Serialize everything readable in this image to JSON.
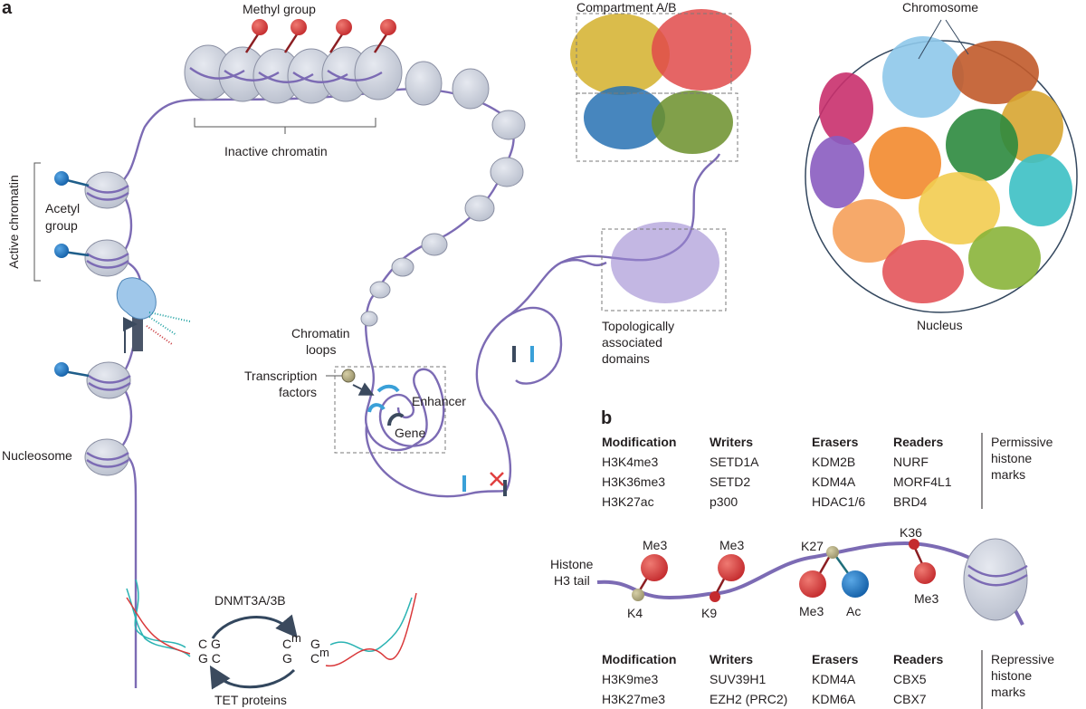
{
  "panels": {
    "a": "a",
    "b": "b"
  },
  "chromatin": {
    "methyl_group": "Methyl group",
    "inactive_chromatin": "Inactive chromatin",
    "active_chromatin": "Active chromatin",
    "acetyl_group_line1": "Acetyl",
    "acetyl_group_line2": "group",
    "nucleosome": "Nucleosome",
    "chromatin_loops_line1": "Chromatin",
    "chromatin_loops_line2": "loops",
    "transcription_factors_line1": "Transcription",
    "transcription_factors_line2": "factors",
    "enhancer": "Enhancer",
    "gene": "Gene",
    "compartment": "Compartment A/B",
    "tad_line1": "Topologically",
    "tad_line2": "associated",
    "tad_line3": "domains",
    "chromosome": "Chromosome",
    "nucleus": "Nucleus"
  },
  "dna_methylation": {
    "writer": "DNMT3A/3B",
    "eraser": "TET proteins",
    "left_top": "C G",
    "left_bottom": "G C",
    "right_top_c": "C",
    "right_top_m": "m",
    "right_top_g": "G",
    "right_bottom_g": "G",
    "right_bottom_c": "C",
    "right_bottom_m": "m"
  },
  "permissive_table": {
    "headers": [
      "Modification",
      "Writers",
      "Erasers",
      "Readers"
    ],
    "rows": [
      [
        "H3K4me3",
        "SETD1A",
        "KDM2B",
        "NURF"
      ],
      [
        "H3K36me3",
        "SETD2",
        "KDM4A",
        "MORF4L1"
      ],
      [
        "H3K27ac",
        "p300",
        "HDAC1/6",
        "BRD4"
      ]
    ],
    "side_label": [
      "Permissive",
      "histone",
      "marks"
    ]
  },
  "repressive_table": {
    "headers": [
      "Modification",
      "Writers",
      "Erasers",
      "Readers"
    ],
    "rows": [
      [
        "H3K9me3",
        "SUV39H1",
        "KDM4A",
        "CBX5"
      ],
      [
        "H3K27me3",
        "EZH2 (PRC2)",
        "KDM6A",
        "CBX7"
      ]
    ],
    "side_label": [
      "Repressive",
      "histone",
      "marks"
    ]
  },
  "histone_tail": {
    "label_line1": "Histone",
    "label_line2": "H3 tail",
    "sites": [
      "K4",
      "K9",
      "K27",
      "K36"
    ],
    "marks": [
      "Me3",
      "Me3",
      "Me3",
      "Ac",
      "Me3"
    ]
  },
  "colors": {
    "fiber": "#7c6bb4",
    "nucleosome": "#cfd3e0",
    "methyl": "#d9383a",
    "acetyl": "#1f78c1",
    "site": "#b5ae86",
    "text": "#231f20"
  }
}
